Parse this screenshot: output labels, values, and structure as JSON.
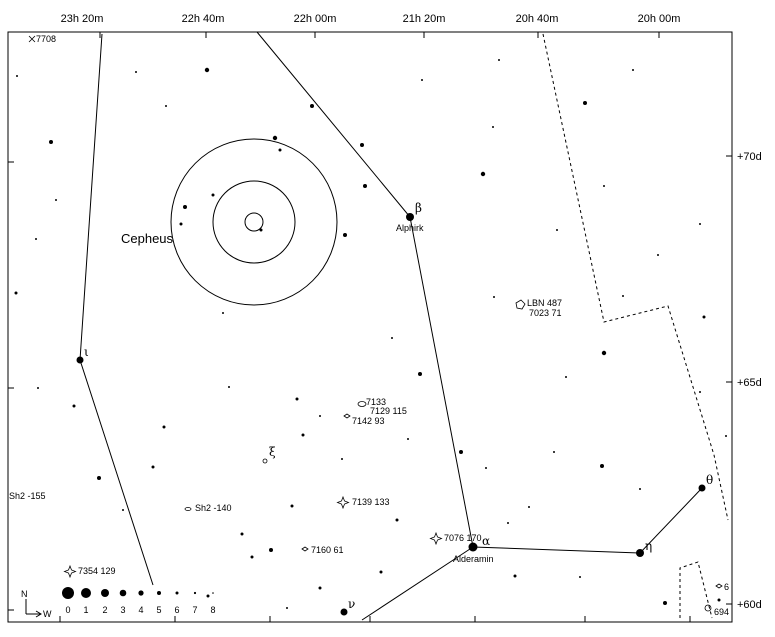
{
  "map": {
    "ra_labels": [
      "23h 20m",
      "22h 40m",
      "22h 00m",
      "21h 20m",
      "20h 40m",
      "20h 00m"
    ],
    "dec_labels": [
      "+70d",
      "+65d",
      "+60d"
    ],
    "constellation": "Cepheus",
    "stars": [
      {
        "greek": "β",
        "name": "Alphirk"
      },
      {
        "greek": "α",
        "name": "Alderamin"
      },
      {
        "greek": "η",
        "name": ""
      },
      {
        "greek": "θ",
        "name": ""
      },
      {
        "greek": "ι",
        "name": ""
      },
      {
        "greek": "ξ",
        "name": ""
      },
      {
        "greek": "ν",
        "name": ""
      }
    ],
    "objects": [
      "7708",
      "LBN 487",
      "7023 71",
      "7133",
      "7129 115",
      "7142 93",
      "Sh2 -155",
      "Sh2 -140",
      "7139 133",
      "7076 170",
      "7160 61",
      "7354 129",
      "6",
      "694"
    ],
    "compass": {
      "north": "N",
      "west": "W"
    },
    "magnitude_scale": [
      "0",
      "1",
      "2",
      "3",
      "4",
      "5",
      "6",
      "7",
      "8"
    ]
  }
}
